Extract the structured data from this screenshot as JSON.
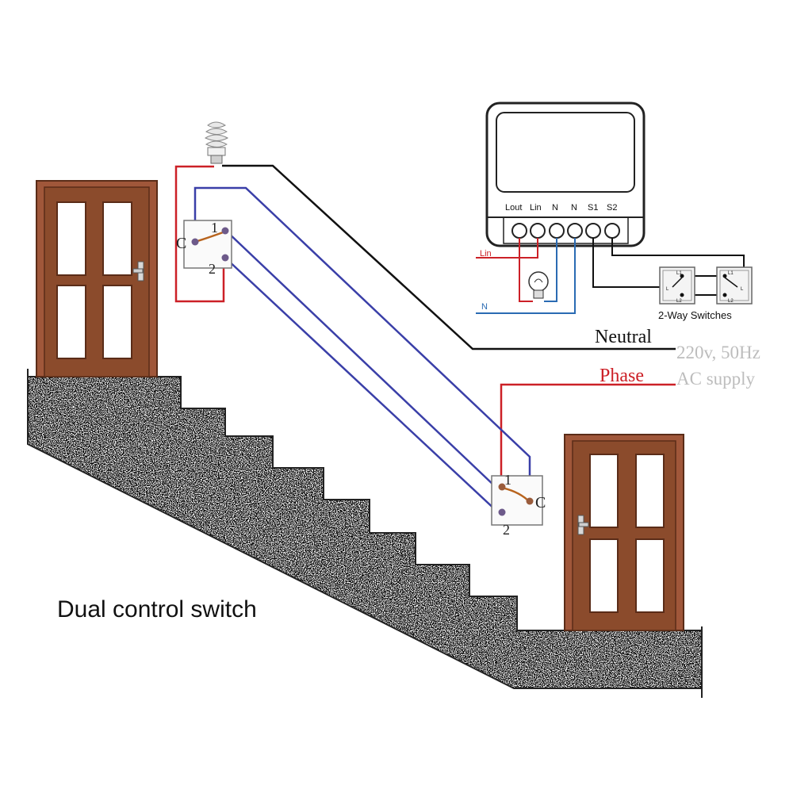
{
  "caption": "Dual control switch",
  "labels": {
    "neutral": "Neutral",
    "phase": "Phase",
    "supply_line1": "220v, 50Hz",
    "supply_line2": "AC supply",
    "two_way_switches": "2-Way Switches",
    "lin_wire": "Lin",
    "n_wire": "N"
  },
  "module_terminals": [
    "Lout",
    "Lin",
    "N",
    "N",
    "S1",
    "S2"
  ],
  "upper_switch": {
    "common": "C",
    "terminal_1": "1",
    "terminal_2": "2"
  },
  "lower_switch": {
    "common": "C",
    "terminal_1": "1",
    "terminal_2": "2"
  },
  "mini_switch_labels": {
    "l1": "L1",
    "l": "L",
    "l2": "L2"
  },
  "colors": {
    "phase_wire": "#cc2027",
    "traveler_wire": "#3a3fa8",
    "neutral_wire": "#111111",
    "module_n_wire": "#2a6bb3",
    "door_wood": "#8b4b2c",
    "door_frame": "#a0573a",
    "supply_text": "#bdbdbd"
  }
}
